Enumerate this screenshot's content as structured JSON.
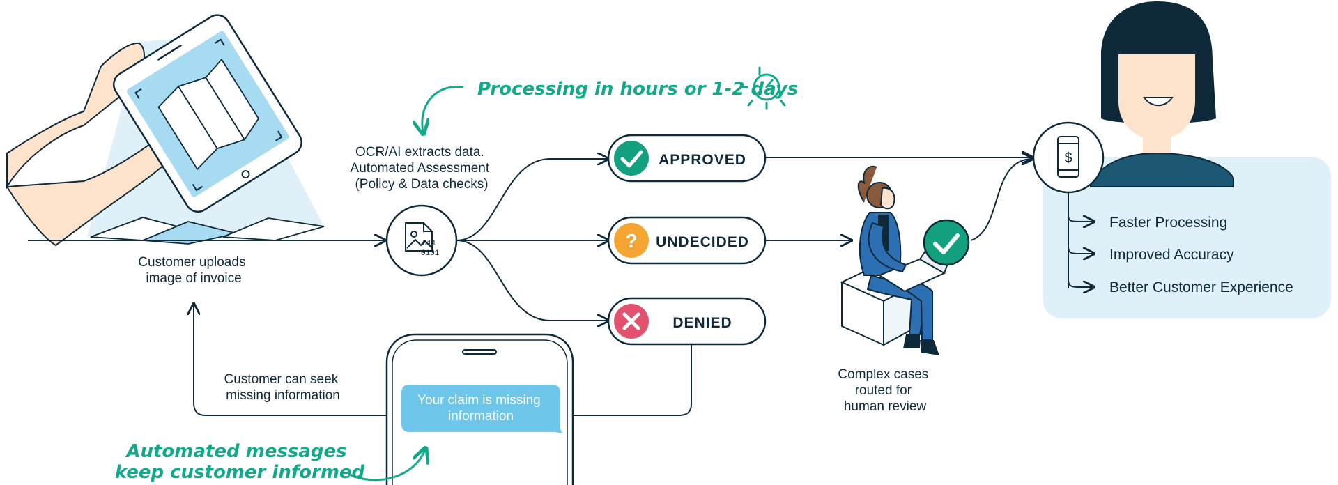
{
  "upload": {
    "caption_line1": "Customer uploads",
    "caption_line2": "image of invoice"
  },
  "ocr": {
    "line1": "OCR/AI extracts data.",
    "line2": "Automated Assessment",
    "line3": "(Policy & Data checks)"
  },
  "processing_note": "Processing in hours or 1-2 days",
  "outcomes": {
    "approved": "APPROVED",
    "undecided": "UNDECIDED",
    "denied": "DENIED"
  },
  "review": {
    "line1": "Complex cases",
    "line2": "routed for",
    "line3": "human review"
  },
  "benefits": {
    "items": [
      "Faster Processing",
      "Improved Accuracy",
      "Better Customer Experience"
    ]
  },
  "feedback": {
    "line1": "Customer can seek",
    "line2": "missing information"
  },
  "message": {
    "line1": "Your claim is missing",
    "line2": "information"
  },
  "automated_note": {
    "line1": "Automated messages",
    "line2": "keep customer informed"
  },
  "colors": {
    "ink": "#0e2a3a",
    "accent_green": "#11a98a",
    "approved": "#13a07e",
    "undecided": "#f4a532",
    "denied": "#e2526f",
    "light_blue": "#dff0f8",
    "bubble": "#6ec6ea",
    "suit_blue": "#2c6fb3"
  }
}
